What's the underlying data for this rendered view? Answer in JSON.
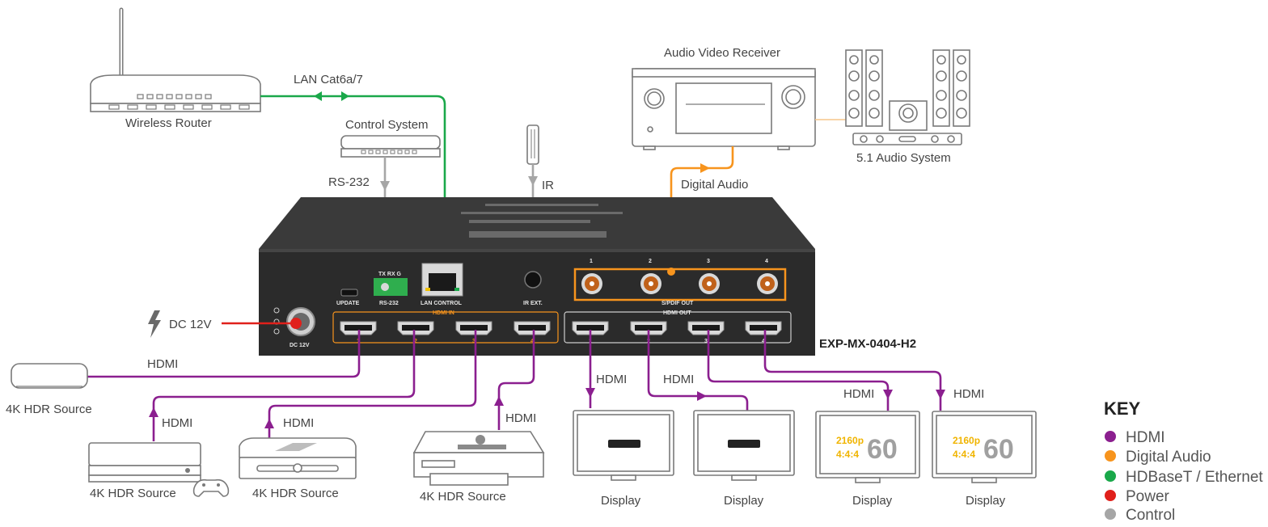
{
  "labels": {
    "wireless_router": "Wireless Router",
    "lan": "LAN Cat6a/7",
    "control_system": "Control System",
    "rs232": "RS-232",
    "ir": "IR",
    "avr": "Audio Video Receiver",
    "audio_system": "5.1 Audio System",
    "digital_audio": "Digital Audio",
    "dc12v": "DC 12V",
    "model": "EXP-MX-0404-H2",
    "hdmi": "HDMI",
    "source": "4K HDR Source",
    "display": "Display"
  },
  "panel": {
    "update": "UPDATE",
    "rs232": "RS-232",
    "lan_control": "LAN CONTROL",
    "ir_ext": "IR EXT.",
    "spdif_out": "S/PDIF OUT",
    "hdmi_in": "HDMI IN",
    "hdmi_out": "HDMI OUT",
    "dc12v": "DC 12V",
    "rs232_pins": "TX  RX  G",
    "ports": [
      "1",
      "2",
      "3",
      "4"
    ]
  },
  "display_content": {
    "resolution": "2160p",
    "chroma": "4:4:4",
    "rate": "60"
  },
  "key": {
    "title": "KEY",
    "items": [
      {
        "label": "HDMI",
        "color": "#8b1f8f"
      },
      {
        "label": "Digital Audio",
        "color": "#f7941d"
      },
      {
        "label": "HDBaseT / Ethernet",
        "color": "#1aa84a"
      },
      {
        "label": "Power",
        "color": "#e0201b"
      },
      {
        "label": "Control",
        "color": "#a6a6a6"
      }
    ]
  }
}
